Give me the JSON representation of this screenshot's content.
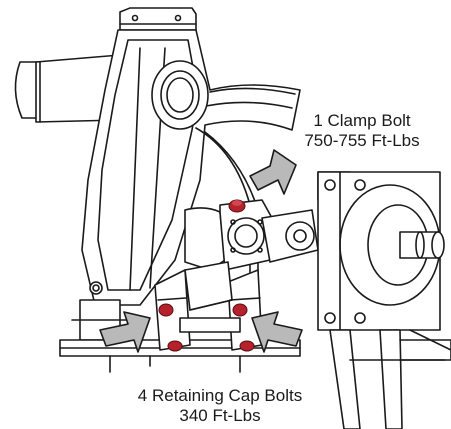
{
  "callouts": {
    "clamp_bolt": {
      "line1": "1 Clamp Bolt",
      "line2": "750-755 Ft-Lbs",
      "count": 1
    },
    "retaining_cap_bolts": {
      "line1": "4 Retaining Cap Bolts",
      "line2": "340 Ft-Lbs",
      "count": 4
    }
  },
  "colors": {
    "line": "#1a1a1a",
    "arrow_fill": "#b9b9b9",
    "bolt": "#b5222c",
    "background": "#ffffff"
  }
}
